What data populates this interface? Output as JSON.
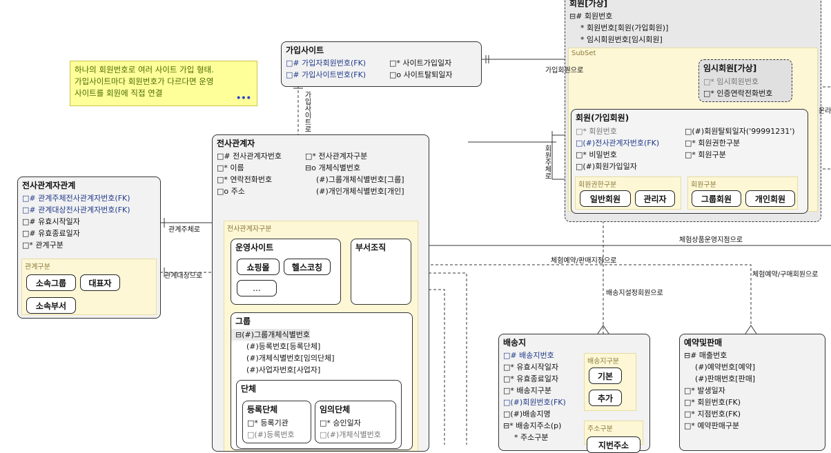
{
  "note": {
    "lines": [
      "하나의 회원번호로 여러 사이트 가입 형태.",
      "가입사이트마다 회원번호가 다르다면 운영",
      "사이트를 회원에 직접 연결"
    ],
    "more": "•••"
  },
  "signup_site": {
    "title": "가입사이트",
    "left": [
      "□# 가입자회원번호(FK)",
      "□# 가입사이트번호(FK)"
    ],
    "right": [
      "□* 사이트가입일자",
      "□o 사이트탈퇴일자"
    ]
  },
  "member_virtual": {
    "title": "회원[가상]",
    "rows": [
      "⊟# 회원번호",
      "* 회원번호[회원(가입회원)]",
      "* 임시회원번호[임시회원]"
    ],
    "subset_label": "SubSet"
  },
  "temp_member": {
    "title": "임시회원[가상]",
    "rows": [
      "□* 임시회원번호",
      "□* 인증연락전화번호"
    ]
  },
  "joined_member": {
    "title": "회원(가입회원)",
    "left": [
      "□* 회원번호",
      "□(#)전사관계자번호(FK)",
      "□* 비밀번호",
      "□(#)회원가입일자"
    ],
    "right": [
      "□(#)회원탈퇴일자('99991231')",
      "□* 회원권한구분",
      "□* 회원구분"
    ]
  },
  "member_auth_group": {
    "label": "회원권한구분",
    "items": [
      "일반회원",
      "관리자"
    ]
  },
  "member_type_group": {
    "label": "회원구분",
    "items": [
      "그룹회원",
      "개인회원"
    ]
  },
  "party_relation": {
    "title": "전사관계자관계",
    "rows": [
      "□# 관계주체전사관계자번호(FK)",
      "□# 관계대상전사관계자번호(FK)",
      "□# 유효시작일자",
      "□# 유효종료일자",
      "□* 관계구분"
    ]
  },
  "relation_type_group": {
    "label": "관계구분",
    "items": [
      "소속그룹",
      "대표자",
      "소속부서"
    ]
  },
  "party": {
    "title": "전사관계자",
    "left": [
      "□# 전사관계자번호",
      "□* 이름",
      "□* 연락전화번호",
      "□o 주소"
    ],
    "right": [
      "□* 전사관계자구분",
      "⊟o 개체식별번호",
      "(#)그룹개체식별번호[그룹]",
      "(#)개인개체식별번호[개인]"
    ]
  },
  "party_type_label": "전사관계자구분",
  "op_site": {
    "title": "운영사이트",
    "items": [
      "쇼핑몰",
      "헬스코칭",
      "..."
    ]
  },
  "department": {
    "title": "부서조직"
  },
  "group_entity": {
    "title": "그룹",
    "rows": [
      "⊟(#)그룹개체식별번호",
      "(#)등록번호[등록단체]",
      "(#)개체식별번호[임의단체]",
      "(#)사업자번호[사업자]"
    ]
  },
  "org": {
    "title": "단체"
  },
  "registered_org": {
    "title": "등록단체",
    "rows": [
      "□* 등록기관",
      "□(#)등록번호"
    ]
  },
  "voluntary_org": {
    "title": "임의단체",
    "rows": [
      "□* 승인일자",
      "□(#)개체식별번호"
    ]
  },
  "delivery": {
    "title": "배송지",
    "rows": [
      "□# 배송지번호",
      "□* 유효시작일자",
      "□* 유효종료일자",
      "□* 배송지구분",
      "□(#)회원번호(FK)",
      "□(#)배송지명",
      "⊟* 배송지주소(p)",
      "* 주소구분"
    ]
  },
  "delivery_type_group": {
    "label": "배송지구분",
    "items": [
      "기본",
      "추가"
    ]
  },
  "address_type_group": {
    "label": "주소구분",
    "items": [
      "지번주소"
    ]
  },
  "reservation": {
    "title": "예약및판매",
    "rows": [
      "⊟# 매출번호",
      "(#)예약번호[예약]",
      "(#)판매번호[판매]",
      "□* 발생일자",
      "□* 회원번호(FK)",
      "□* 지점번호(FK)",
      "□* 예약판매구분"
    ]
  },
  "relations": {
    "signup_member": "가입회원으로",
    "signup_site_v": "가입사이트로",
    "member_admin_v": "회원주체로",
    "relation_subject": "관계주체로",
    "relation_target": "관계대상으로",
    "experience_store": "체험상품운영지점으로",
    "experience_sales_store": "체험예약/판매지점으로",
    "delivery_member": "배송지설정회원으로",
    "experience_member": "체험예약/구매회원으로",
    "right_cut": "온라"
  }
}
